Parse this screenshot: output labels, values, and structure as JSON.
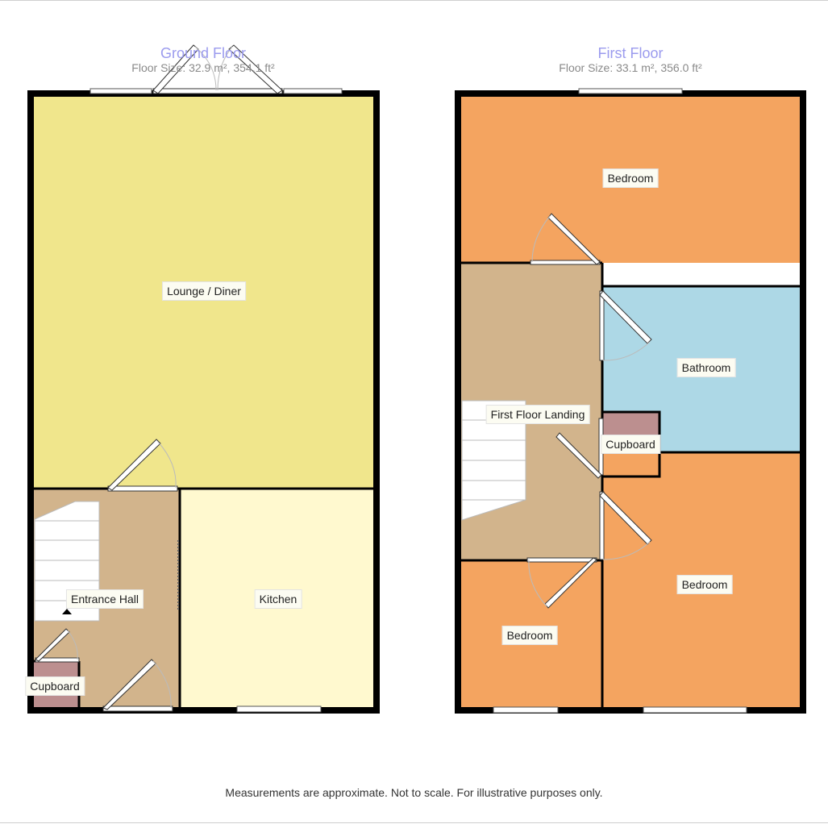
{
  "floors": [
    {
      "name": "Ground Floor",
      "size": "Floor Size: 32.9 m², 354.1 ft²",
      "rooms": [
        {
          "id": "lounge",
          "label": "Lounge / Diner",
          "color": "#f0e68c"
        },
        {
          "id": "hall",
          "label": "Entrance Hall",
          "color": "#d2b48c"
        },
        {
          "id": "kitchen",
          "label": "Kitchen",
          "color": "#fff9cf"
        },
        {
          "id": "cupboard",
          "label": "Cupboard",
          "color": "#bc8f8f"
        }
      ]
    },
    {
      "name": "First Floor",
      "size": "Floor Size: 33.1 m², 356.0 ft²",
      "rooms": [
        {
          "id": "bed1",
          "label": "Bedroom",
          "color": "#f4a460"
        },
        {
          "id": "landing",
          "label": "First Floor Landing",
          "color": "#d2b48c"
        },
        {
          "id": "bath",
          "label": "Bathroom",
          "color": "#add8e6"
        },
        {
          "id": "cupboard",
          "label": "Cupboard",
          "color": "#bc8f8f"
        },
        {
          "id": "bed2",
          "label": "Bedroom",
          "color": "#f4a460"
        },
        {
          "id": "bed3",
          "label": "Bedroom",
          "color": "#f4a460"
        }
      ]
    }
  ],
  "footer": "Measurements are approximate. Not to scale. For illustrative purposes only.",
  "wall_color": "#000000"
}
